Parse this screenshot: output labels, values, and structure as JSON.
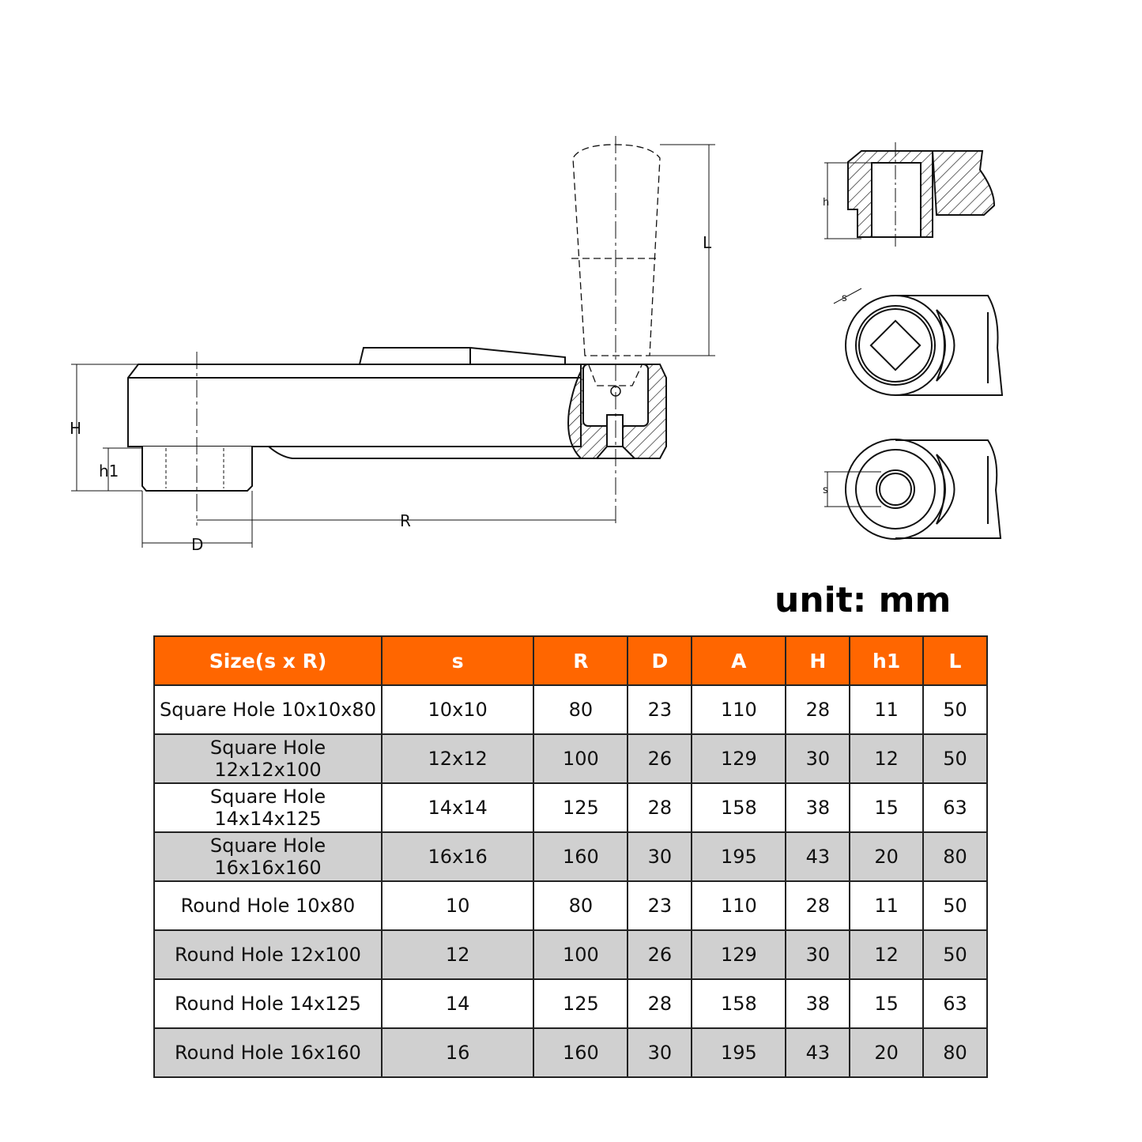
{
  "drawing": {
    "labels": {
      "H": "H",
      "h1": "h1",
      "R": "R",
      "D": "D",
      "L": "L",
      "h": "h",
      "s_square": "s",
      "s_round": "s"
    }
  },
  "unit_label": "unit: mm",
  "table": {
    "headers": [
      "Size(s x R)",
      "s",
      "R",
      "D",
      "A",
      "H",
      "h1",
      "L"
    ],
    "rows": [
      [
        "Square Hole 10x10x80",
        "10x10",
        "80",
        "23",
        "110",
        "28",
        "11",
        "50"
      ],
      [
        "Square Hole 12x12x100",
        "12x12",
        "100",
        "26",
        "129",
        "30",
        "12",
        "50"
      ],
      [
        "Square Hole 14x14x125",
        "14x14",
        "125",
        "28",
        "158",
        "38",
        "15",
        "63"
      ],
      [
        "Square Hole 16x16x160",
        "16x16",
        "160",
        "30",
        "195",
        "43",
        "20",
        "80"
      ],
      [
        "Round Hole 10x80",
        "10",
        "80",
        "23",
        "110",
        "28",
        "11",
        "50"
      ],
      [
        "Round Hole 12x100",
        "12",
        "100",
        "26",
        "129",
        "30",
        "12",
        "50"
      ],
      [
        "Round Hole 14x125",
        "14",
        "125",
        "28",
        "158",
        "38",
        "15",
        "63"
      ],
      [
        "Round Hole 16x160",
        "16",
        "160",
        "30",
        "195",
        "43",
        "20",
        "80"
      ]
    ]
  },
  "colors": {
    "header_bg": "#ff6600",
    "alt_row_bg": "#d0d0d0"
  }
}
